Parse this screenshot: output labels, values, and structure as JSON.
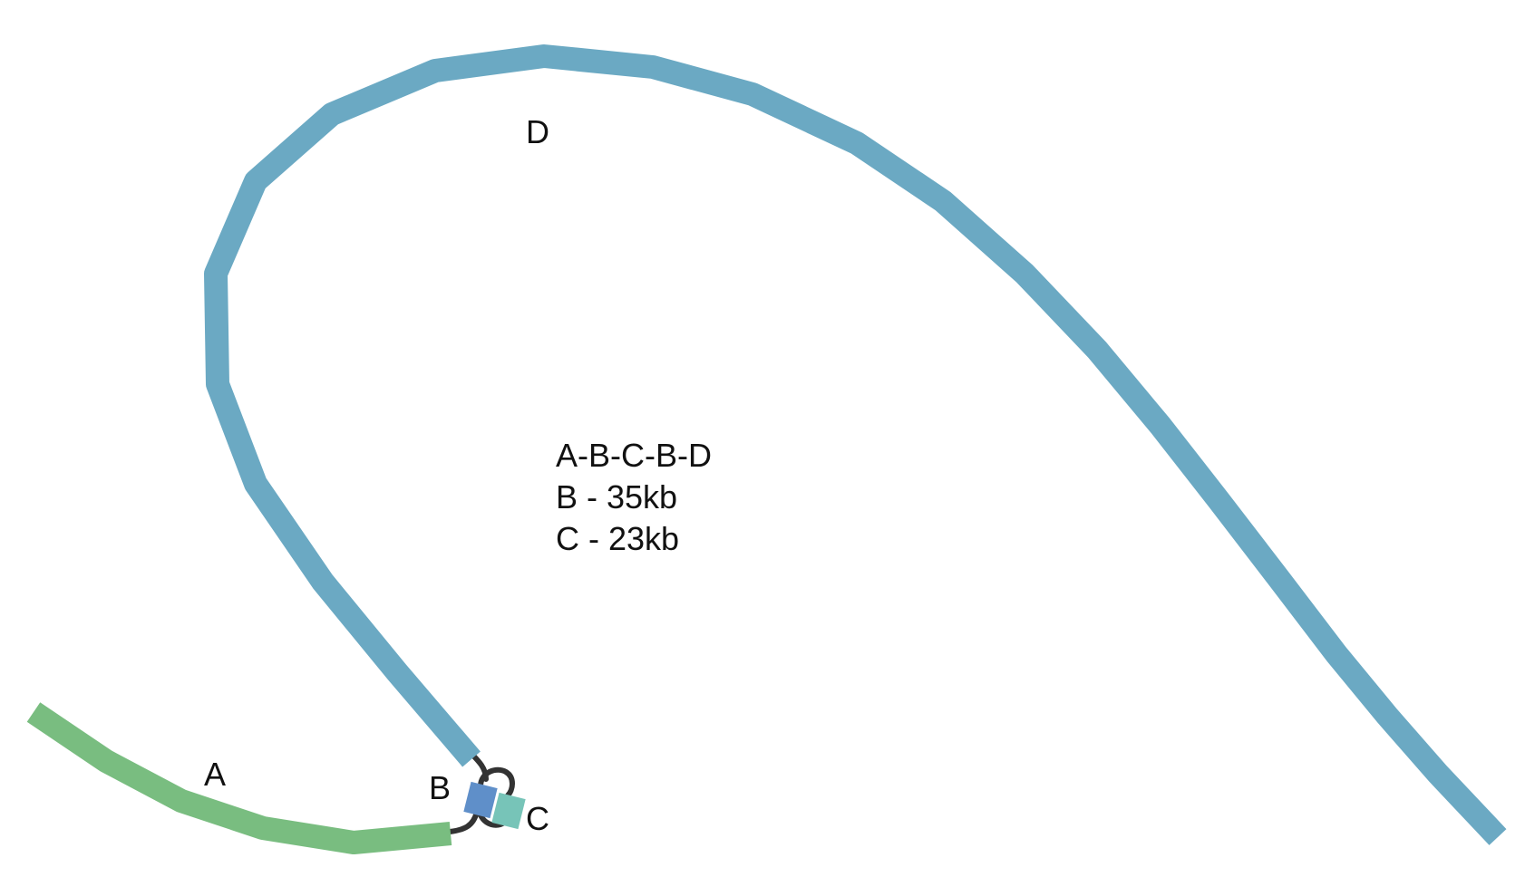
{
  "graph": {
    "nodes": [
      {
        "id": "A",
        "label": "A",
        "color": "#79bd80"
      },
      {
        "id": "B",
        "label": "B",
        "color": "#5f8fc9"
      },
      {
        "id": "C",
        "label": "C",
        "color": "#77c4b8"
      },
      {
        "id": "D",
        "label": "D",
        "color": "#6ba9c3"
      }
    ],
    "edge_color": "#333333"
  },
  "info": {
    "path": "A-B-C-B-D",
    "b_length": "B - 35kb",
    "c_length": "C - 23kb"
  }
}
